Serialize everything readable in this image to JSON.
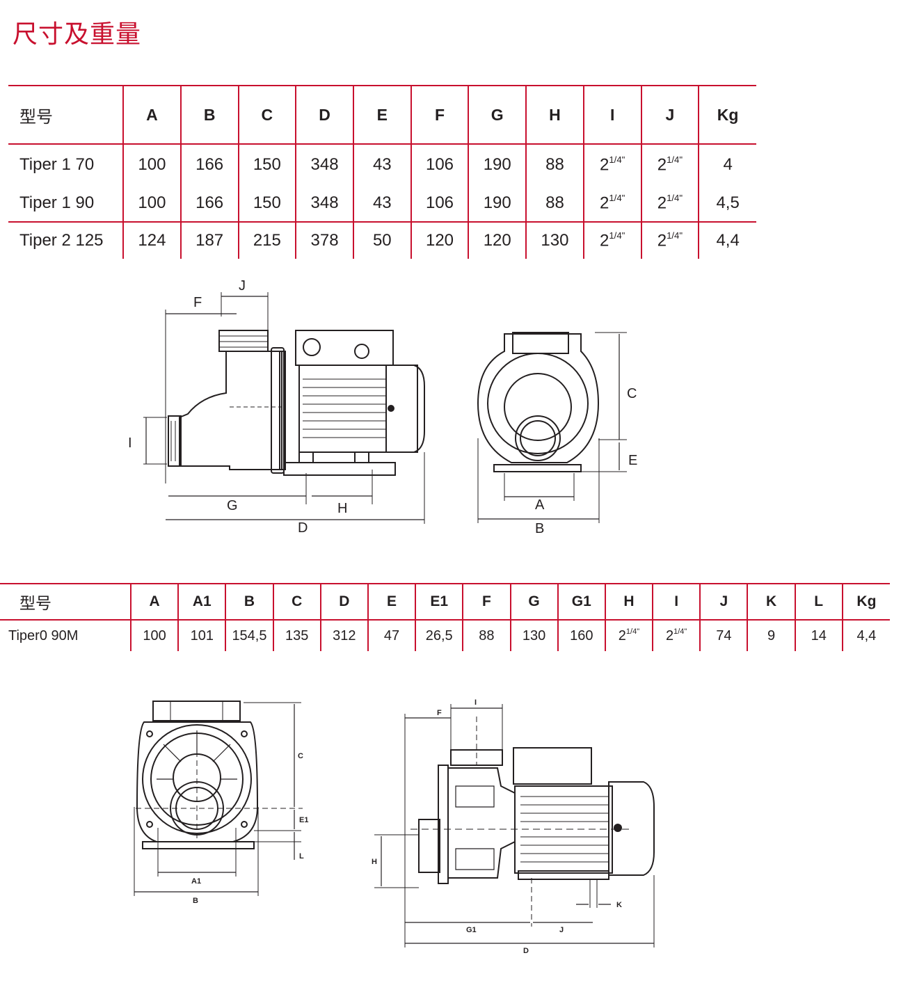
{
  "title": "尺寸及重量",
  "table1": {
    "model_header": "型号",
    "columns": [
      "A",
      "B",
      "C",
      "D",
      "E",
      "F",
      "G",
      "H",
      "I",
      "J",
      "Kg"
    ],
    "rows": [
      {
        "model": "Tiper 1 70",
        "values": [
          "100",
          "166",
          "150",
          "348",
          "43",
          "106",
          "190",
          "88",
          "2|1/4\"",
          "2|1/4\"",
          "4"
        ]
      },
      {
        "model": "Tiper 1 90",
        "values": [
          "100",
          "166",
          "150",
          "348",
          "43",
          "106",
          "190",
          "88",
          "2|1/4\"",
          "2|1/4\"",
          "4,5"
        ]
      },
      {
        "model": "Tiper 2 125",
        "values": [
          "124",
          "187",
          "215",
          "378",
          "50",
          "120",
          "120",
          "130",
          "2|1/4\"",
          "2|1/4\"",
          "4,4"
        ]
      }
    ]
  },
  "figure1": {
    "side_labels": [
      "F",
      "J",
      "I",
      "G",
      "H",
      "D"
    ],
    "front_labels": [
      "C",
      "E",
      "A",
      "B"
    ]
  },
  "table2": {
    "model_header": "型号",
    "columns": [
      "A",
      "A1",
      "B",
      "C",
      "D",
      "E",
      "E1",
      "F",
      "G",
      "G1",
      "H",
      "I",
      "J",
      "K",
      "L",
      "Kg"
    ],
    "rows": [
      {
        "model": "Tiper0 90M",
        "values": [
          "100",
          "101",
          "154,5",
          "135",
          "312",
          "47",
          "26,5",
          "88",
          "130",
          "160",
          "2|1/4\"",
          "2|1/4\"",
          "74",
          "9",
          "14",
          "4,4"
        ]
      }
    ]
  },
  "figure2": {
    "front_labels": [
      "C",
      "E1",
      "L",
      "A1",
      "B"
    ],
    "side_labels": [
      "F",
      "I",
      "H",
      "K",
      "G1",
      "J",
      "D"
    ]
  }
}
